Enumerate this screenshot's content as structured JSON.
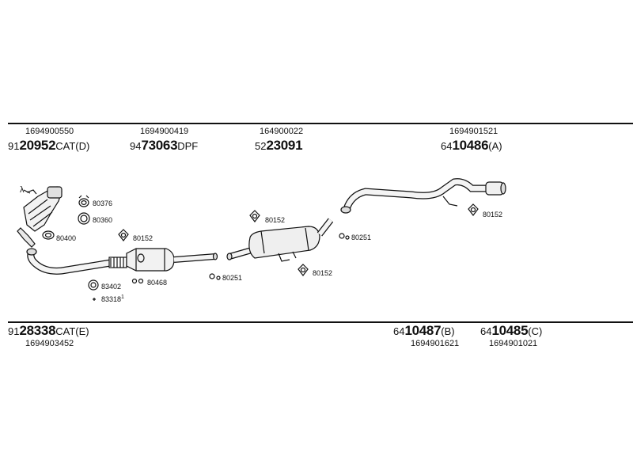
{
  "parts_top": [
    {
      "oe": "1694900550",
      "prefix": "91",
      "num": "20952",
      "suffix": "CAT(D)"
    },
    {
      "oe": "1694900419",
      "prefix": "94",
      "num": "73063",
      "suffix": "DPF"
    },
    {
      "oe": "164900022",
      "prefix": "52",
      "num": "23091",
      "suffix": ""
    },
    {
      "oe": "1694901521",
      "prefix": "64",
      "num": "10486",
      "suffix": "(A)"
    }
  ],
  "parts_bottom": [
    {
      "oe": "1694903452",
      "prefix": "91",
      "num": "28338",
      "suffix": "CAT(E)"
    },
    {
      "oe": "1694901621",
      "prefix": "64",
      "num": "10487",
      "suffix": "(B)"
    },
    {
      "oe": "1694901021",
      "prefix": "64",
      "num": "10485",
      "suffix": "(C)"
    }
  ],
  "small_labels": {
    "lambda": "λ",
    "p80376": "80376",
    "p80360": "80360",
    "p80400": "80400",
    "p80152_a": "80152",
    "p83402": "83402",
    "p80468": "80468",
    "p83318": "83318",
    "p83318_mark": "1",
    "p80251_a": "80251",
    "p80152_b": "80152",
    "p80251_b": "80251",
    "p80152_c": "80152",
    "p80152_d": "80152"
  }
}
